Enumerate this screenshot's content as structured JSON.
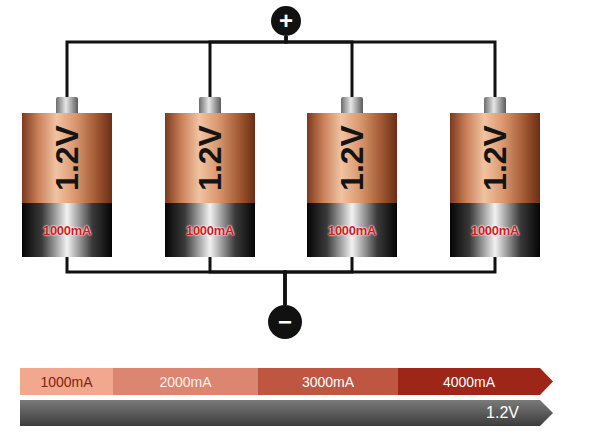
{
  "diagram": {
    "nodes": [
      {
        "text": [
          "+"
        ]
      },
      {
        "text": [
          "1.2V",
          "1000mA"
        ]
      },
      {
        "text": [
          "1.2V",
          "1000mA"
        ]
      },
      {
        "text": [
          "1.2V",
          "1000mA"
        ]
      },
      {
        "text": [
          "1.2V",
          "1000mA"
        ]
      },
      {
        "text": [
          "−"
        ]
      },
      {
        "text": [
          "1000mA"
        ]
      },
      {
        "text": [
          "2000mA"
        ]
      },
      {
        "text": [
          "3000mA"
        ]
      },
      {
        "text": [
          "4000mA"
        ]
      },
      {
        "text": [
          "1.2V"
        ]
      }
    ],
    "edges": [
      {
        "from": 0,
        "to": 1,
        "arrow": "none"
      },
      {
        "from": 0,
        "to": 2,
        "arrow": "none"
      },
      {
        "from": 0,
        "to": 3,
        "arrow": "none"
      },
      {
        "from": 0,
        "to": 4,
        "arrow": "none"
      },
      {
        "from": 1,
        "to": 5,
        "arrow": "none"
      },
      {
        "from": 2,
        "to": 5,
        "arrow": "none"
      },
      {
        "from": 3,
        "to": 5,
        "arrow": "none"
      },
      {
        "from": 4,
        "to": 5,
        "arrow": "none"
      }
    ]
  }
}
